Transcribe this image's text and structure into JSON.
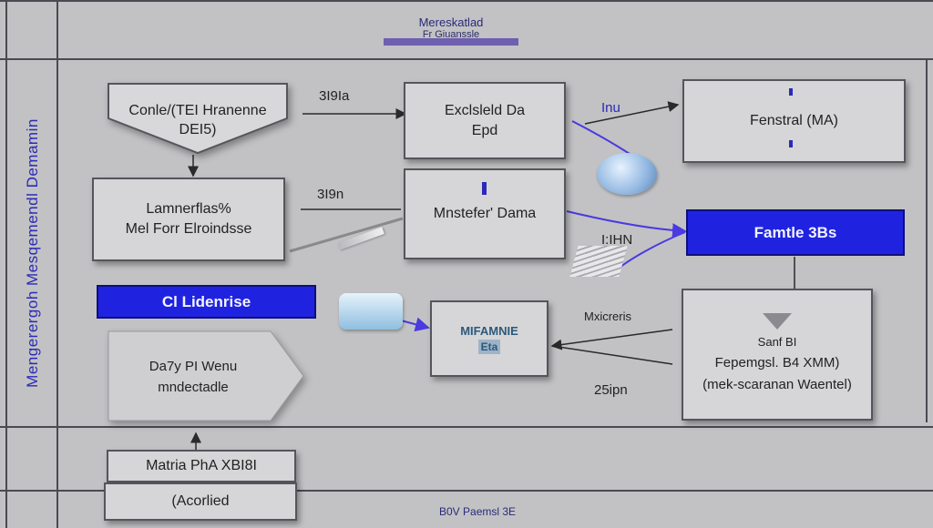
{
  "header": {
    "title_line1": "Mereskatlad",
    "title_line2": "Fr Giuanssle"
  },
  "side_label": "Mengerergoh Mesqemendl Demamin",
  "nodes": {
    "source": [
      "Conle/(TEI Hranenne",
      "DEI5)"
    ],
    "ext_mid": [
      "Exclsleld Da",
      "Epd"
    ],
    "target_top": "Fenstral (MA)",
    "left_box": [
      "Lamnerflas%",
      "Mel Forr Elroindsse"
    ],
    "master": "Mnstefer' Dama",
    "fantle": "Famtle 3Bs",
    "cl_bar": "Cl Lidenrise",
    "left_arrow": [
      "Da7y PI Wenu",
      "mndectadle"
    ],
    "warning": [
      "MIFAMNIE",
      "Eta"
    ],
    "feperg": [
      "Sanf BI",
      "Fepemgsl. B4 XMM)",
      "(mek-scaranan Waentel)"
    ],
    "matria": "Matria PhA XBI8I",
    "acoriel": "(Acorlied"
  },
  "edge_labels": {
    "e1": "3I9Ia",
    "e2": "3I9n",
    "e3": "Inu",
    "e4": "I:IHN",
    "e5": "Mxicreris",
    "e6": "25ipn"
  },
  "footer": "B0V Paemsl 3E",
  "colors": {
    "accent": "#1f23e0",
    "line_blue": "#4a3ae0",
    "line_dark": "#2a2a2a"
  }
}
